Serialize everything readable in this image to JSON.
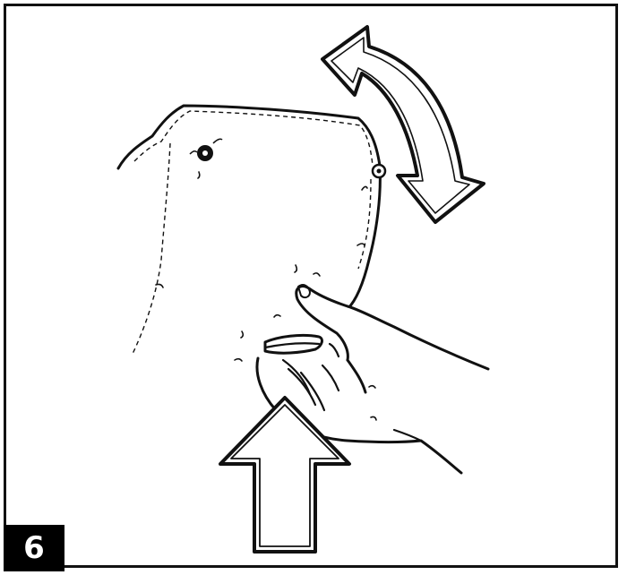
{
  "step": {
    "number": "6"
  },
  "illustration": {
    "subject": "hand-squeezing-pouch",
    "arrows": [
      "curved-double-arrow",
      "up-arrow"
    ],
    "stroke_color": "#111111",
    "background_color": "#ffffff",
    "badge_color": "#000000"
  }
}
